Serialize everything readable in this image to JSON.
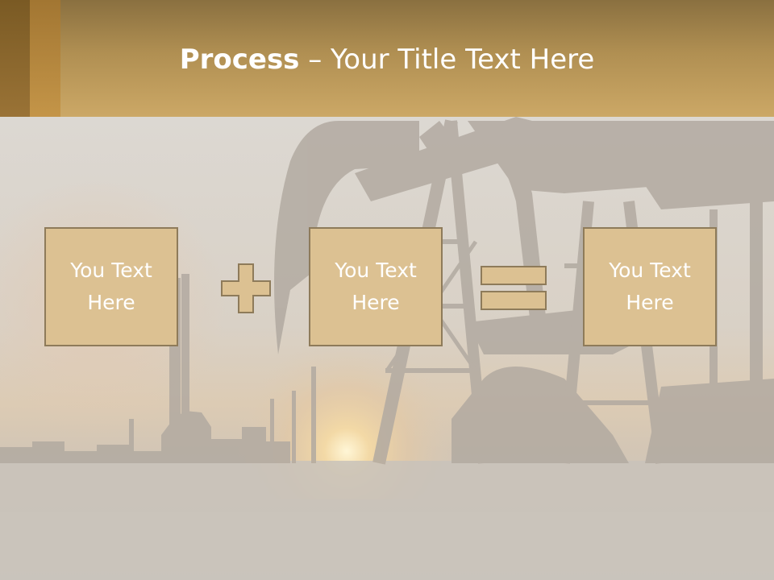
{
  "slide": {
    "title_bold": "Process",
    "title_rest": " – Your Title Text Here"
  },
  "process": {
    "steps": [
      {
        "text": "You Text Here"
      },
      {
        "text": "You Text Here"
      },
      {
        "text": "You Text Here"
      }
    ],
    "operators": [
      "plus-icon",
      "equals-icon"
    ]
  },
  "colors": {
    "header": "#c4a263",
    "box_fill": "#dcc192",
    "box_border": "#8e7b5a",
    "operator": "#dcc192",
    "text": "#ffffff"
  }
}
